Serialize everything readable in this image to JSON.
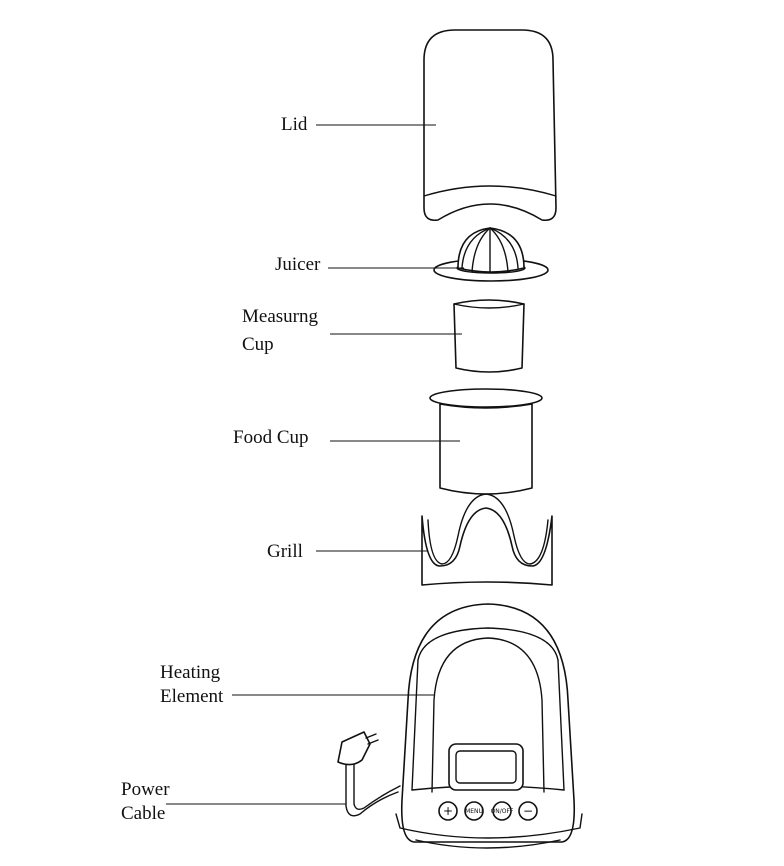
{
  "labels": {
    "lid": "Lid",
    "juicer": "Juicer",
    "measuring_cup_line1": "Measurng",
    "measuring_cup_line2": "Cup",
    "food_cup": "Food Cup",
    "grill": "Grill",
    "heating_element_line1": "Heating",
    "heating_element_line2": "Element",
    "power_cable_line1": "Power",
    "power_cable_line2": "Cable"
  },
  "control_panel": {
    "plus_symbol": "+",
    "menu_label": "MENU",
    "onoff_label": "ON/OFF",
    "minus_symbol": "−"
  }
}
